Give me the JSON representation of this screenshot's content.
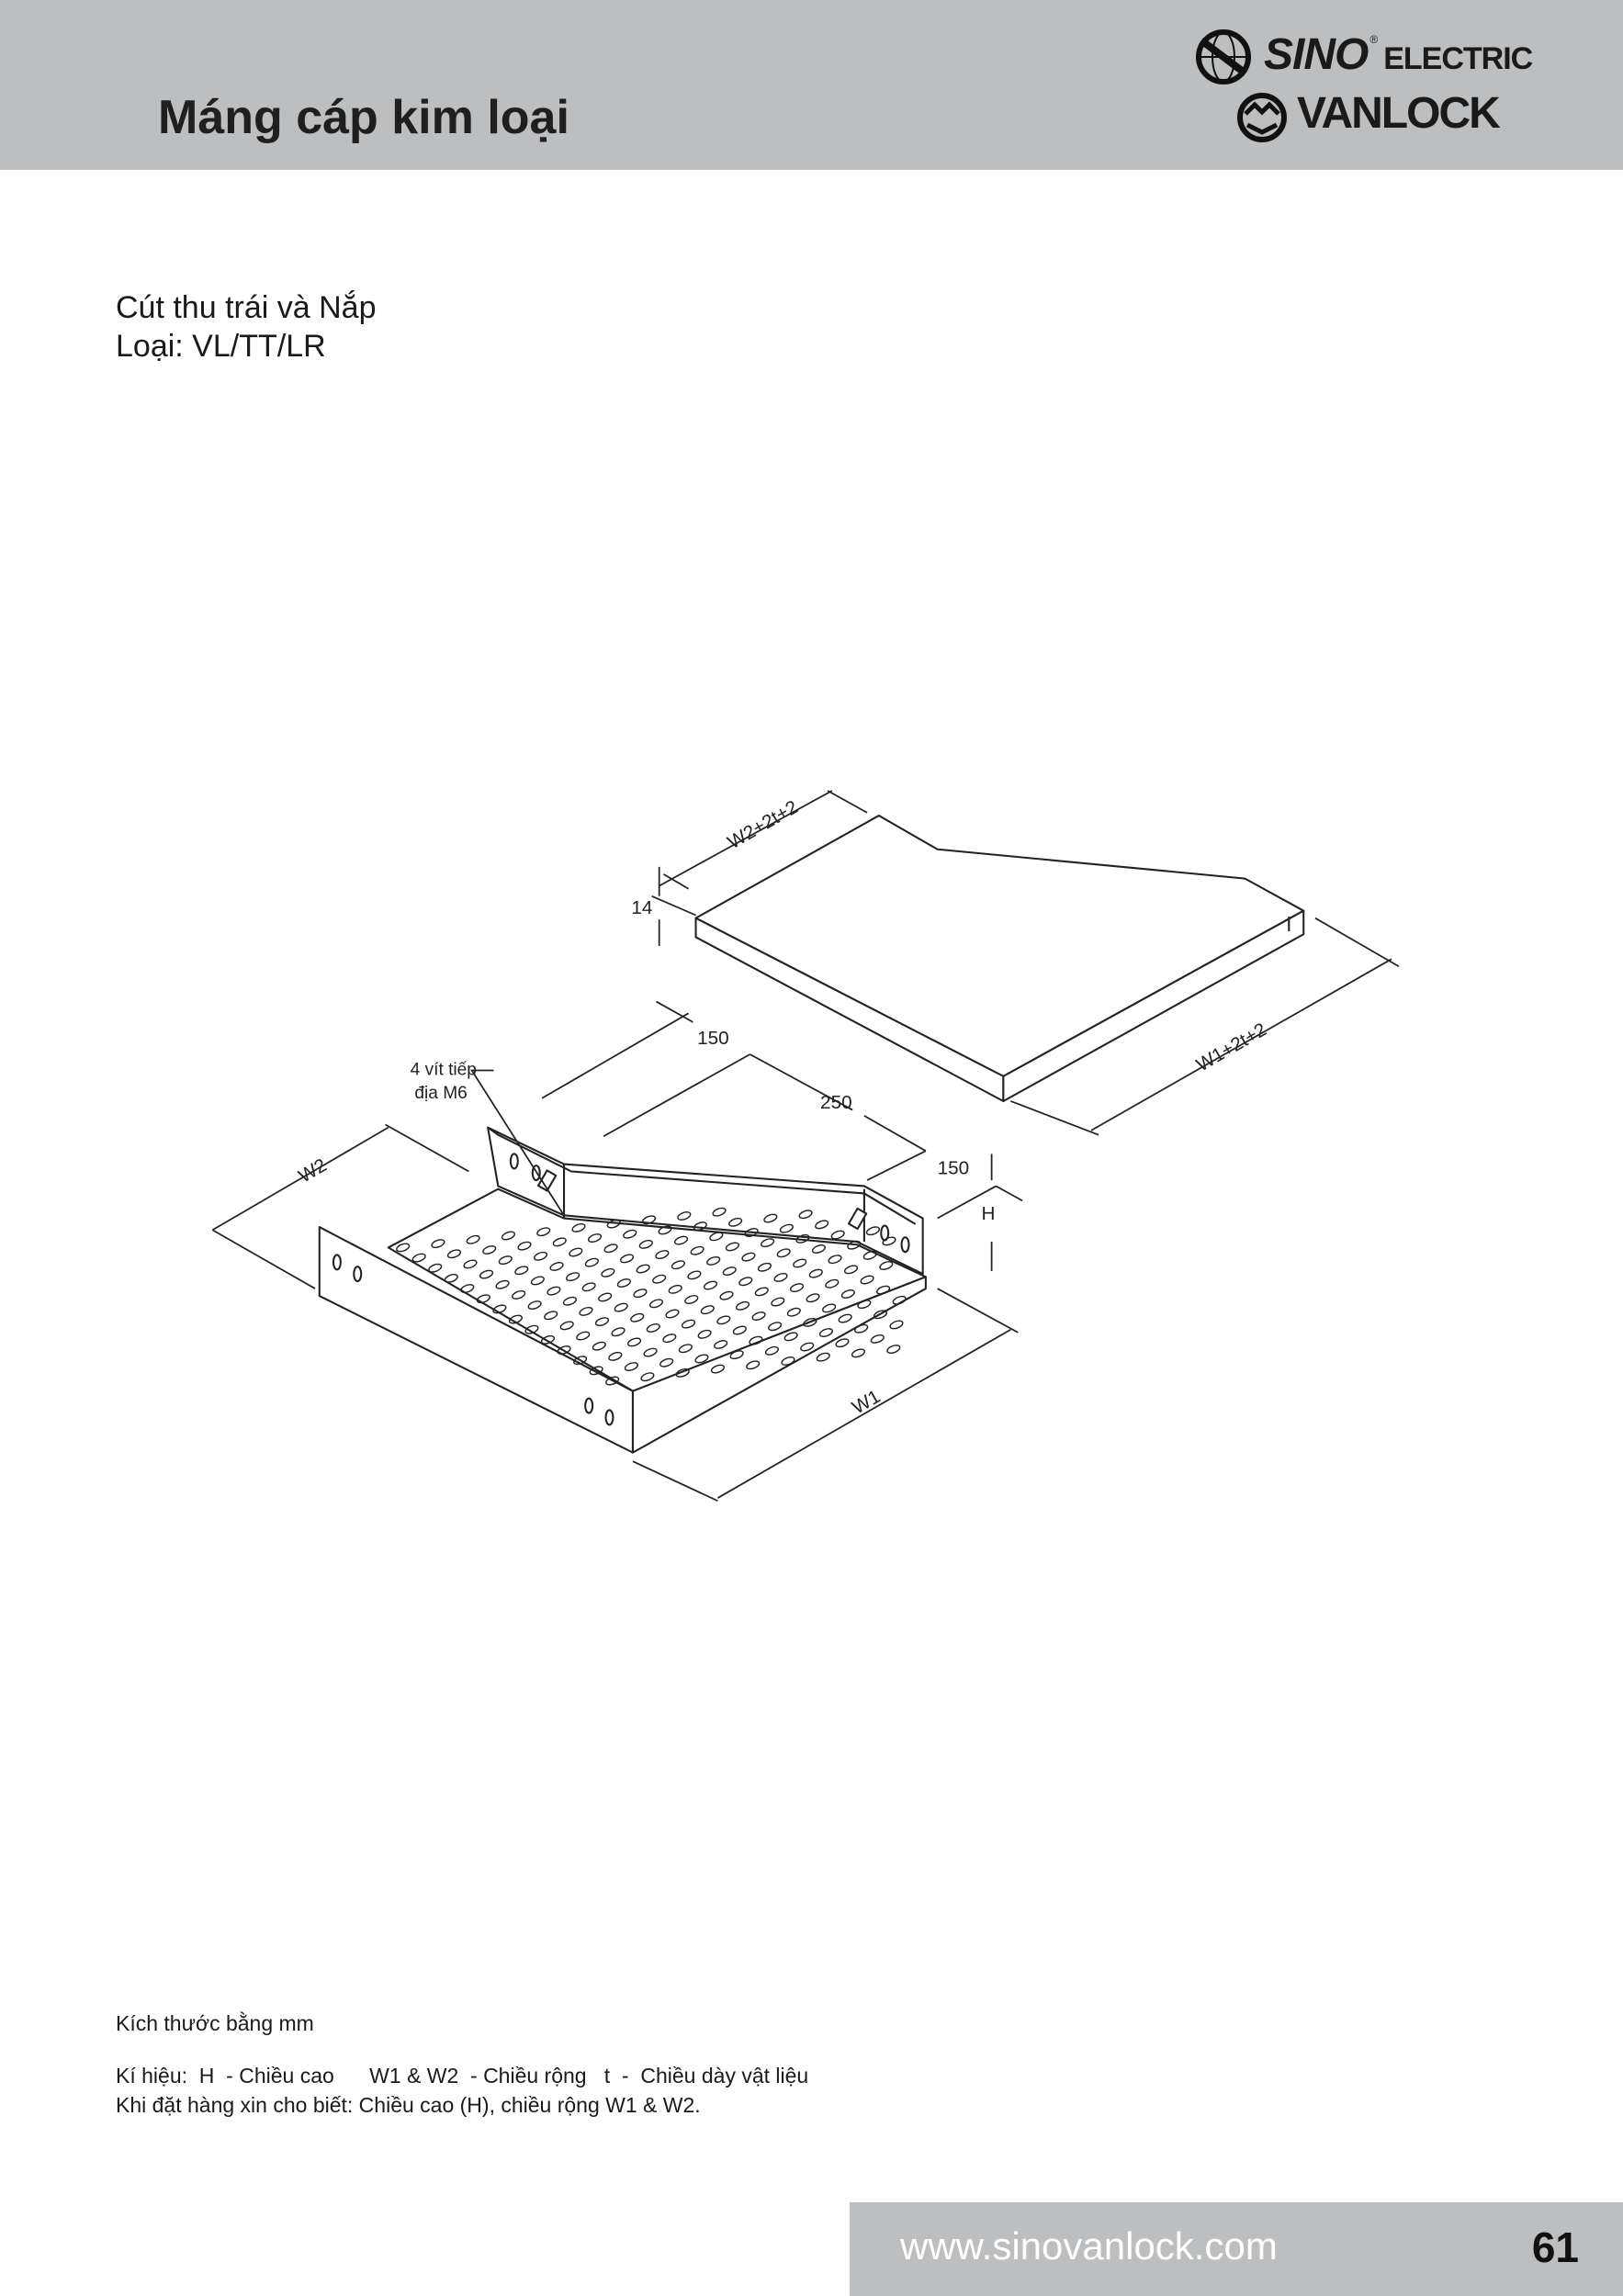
{
  "header": {
    "title": "Máng cáp kim loại",
    "logo_line1": "SINO",
    "logo_line1b": "ELECTRIC",
    "logo_line2": "VANLOCK",
    "logo_reg": "®"
  },
  "product": {
    "name": "Cút thu trái và Nắp",
    "type": "Loại: VL/TT/LR"
  },
  "drawing": {
    "cover_width_label": "W2+2t+2",
    "cover_lip_label": "14",
    "cover_length_label": "W1+2t+2",
    "dim_150_top": "150",
    "dim_250": "250",
    "dim_150_right": "150",
    "height_label": "H",
    "w2_label": "W2",
    "w1_label": "W1",
    "callout_line1": "4 vít tiếp",
    "callout_line2": "địa M6"
  },
  "notes": {
    "units": "Kích thước bằng mm",
    "legend": "Kí hiệu:  H  - Chiều cao      W1 & W2  - Chiều rộng   t  -  Chiều dày vật liệu",
    "order": "Khi đặt hàng xin cho biết: Chiều cao (H), chiều rộng W1 & W2."
  },
  "footer": {
    "url": "www.sinovanlock.com",
    "page_number": "61"
  }
}
